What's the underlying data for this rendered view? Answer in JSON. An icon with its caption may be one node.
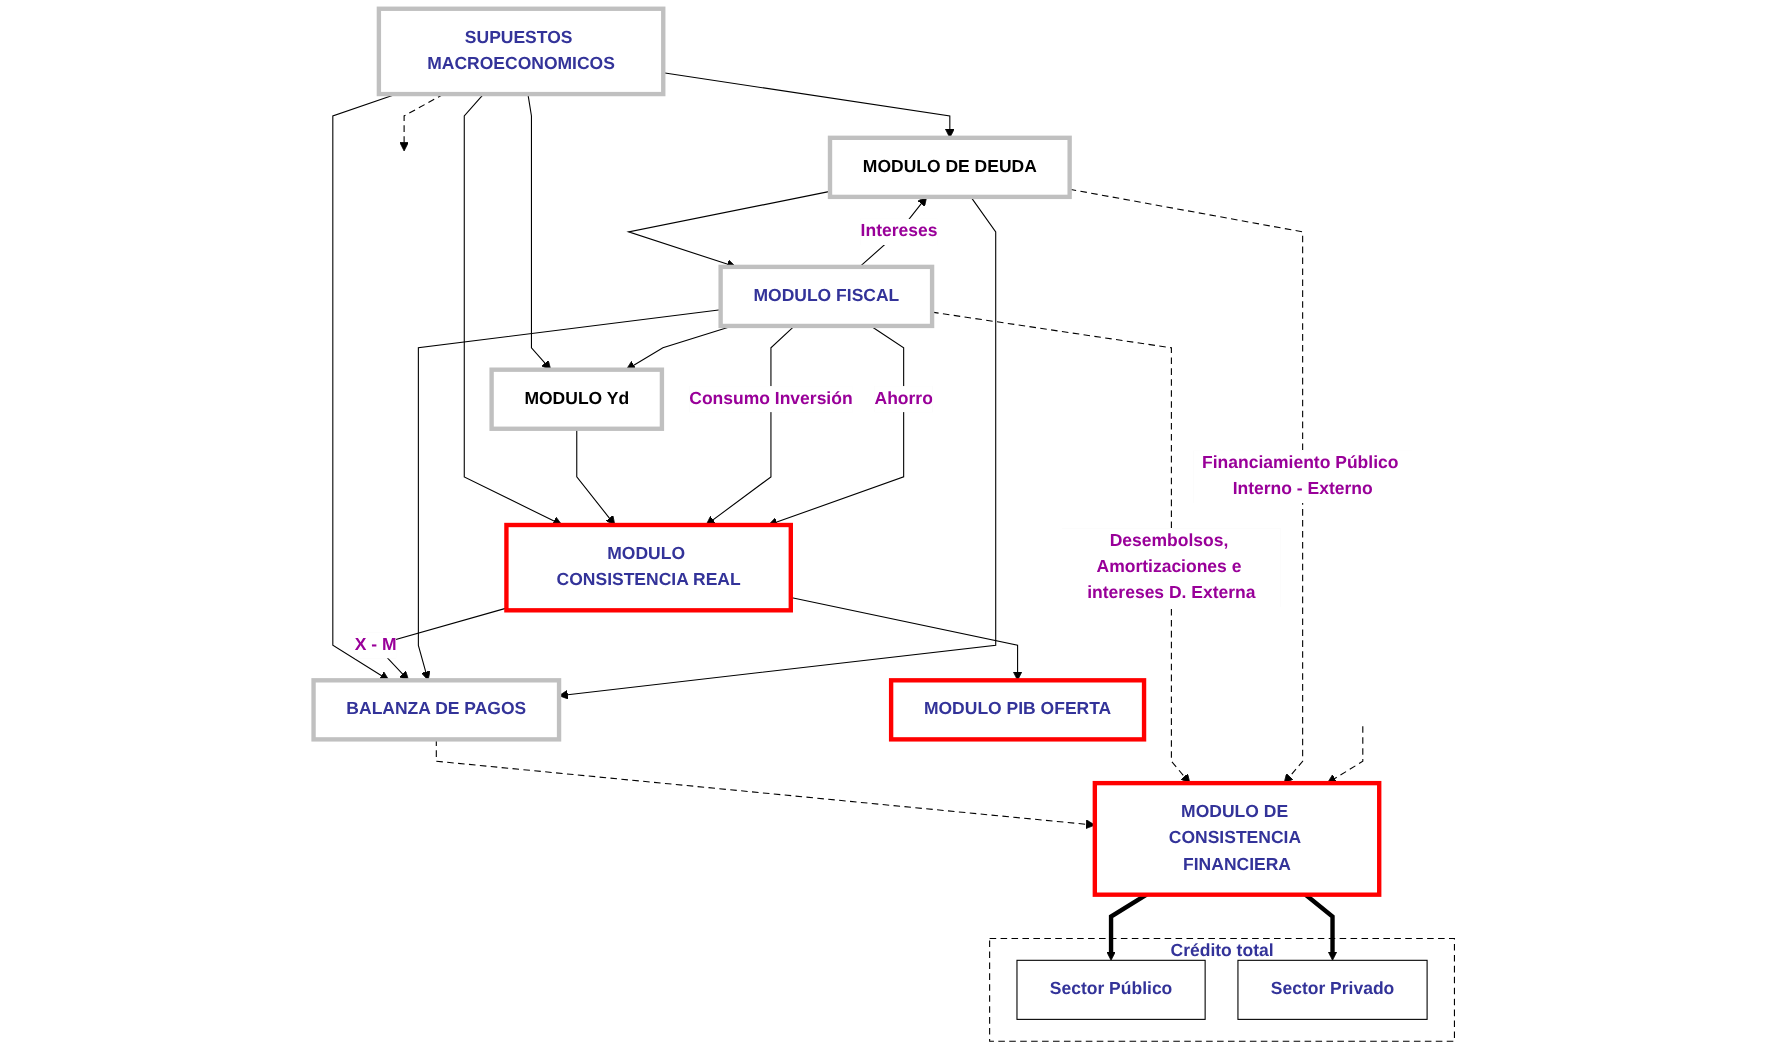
{
  "diagram": {
    "nodes": [
      {
        "text": [
          "SUPUESTOS MACROECONOMICOS"
        ]
      },
      {
        "text": [
          "BALANZA DE PAGOS"
        ]
      },
      {
        "text": [
          "MODULO CONSISTENCIA REAL"
        ]
      },
      {
        "text": [
          "MODULO Yd"
        ]
      },
      {
        "text": [
          "MODULO DE DEUDA"
        ]
      },
      {
        "text": [
          "MODULO FISCAL"
        ]
      },
      {
        "text": [
          "MODULO PIB OFERTA"
        ]
      },
      {
        "text": [
          "Crédito total"
        ]
      },
      {
        "text": [
          "Sector Público"
        ],
        "in": 7
      },
      {
        "text": [
          "Sector Privado"
        ],
        "in": 7
      },
      {
        "text": [
          "MODULO DE CONSISTENCIA FINANCIERA"
        ]
      }
    ],
    "edges": [
      {
        "from": 0,
        "to": 1,
        "arrow": "to"
      },
      {
        "from": 0,
        "to": 2,
        "arrow": "to"
      },
      {
        "from": 0,
        "to": 3,
        "arrow": "to"
      },
      {
        "from": 0,
        "to": 4,
        "arrow": "to"
      },
      {
        "from": 0,
        "to": null,
        "arrow": "to",
        "style": "dashed"
      },
      {
        "from": 2,
        "to": 1,
        "arrow": "to",
        "label": "X - M"
      },
      {
        "from": 3,
        "to": 2,
        "arrow": "to"
      },
      {
        "from": 5,
        "to": 2,
        "arrow": "to",
        "label": "Consumo Inversión"
      },
      {
        "from": 5,
        "to": 2,
        "arrow": "to",
        "label": "Ahorro"
      },
      {
        "from": 2,
        "to": 6,
        "arrow": "to"
      },
      {
        "from": 5,
        "to": 3,
        "arrow": "to"
      },
      {
        "from": 4,
        "to": 5,
        "arrow": "to"
      },
      {
        "from": 5,
        "to": 4,
        "arrow": "to",
        "label": "Intereses"
      },
      {
        "from": 5,
        "to": 1,
        "arrow": "to"
      },
      {
        "from": 4,
        "to": 1,
        "arrow": "to"
      },
      {
        "from": 1,
        "to": 10,
        "arrow": "to",
        "style": "dashed"
      },
      {
        "from": 5,
        "to": 10,
        "arrow": "to",
        "style": "dashed",
        "label": "Desembolsos, Amortizaciones e intereses D. Externa"
      },
      {
        "from": 4,
        "to": 10,
        "arrow": "to",
        "style": "dashed",
        "label": "Financiamiento Público Interno - Externo"
      },
      {
        "from": null,
        "to": 10,
        "arrow": "to",
        "style": "dashed"
      },
      {
        "from": 10,
        "to": 8,
        "arrow": "to",
        "style": "thick"
      },
      {
        "from": 10,
        "to": 9,
        "arrow": "to",
        "style": "thick"
      }
    ]
  }
}
